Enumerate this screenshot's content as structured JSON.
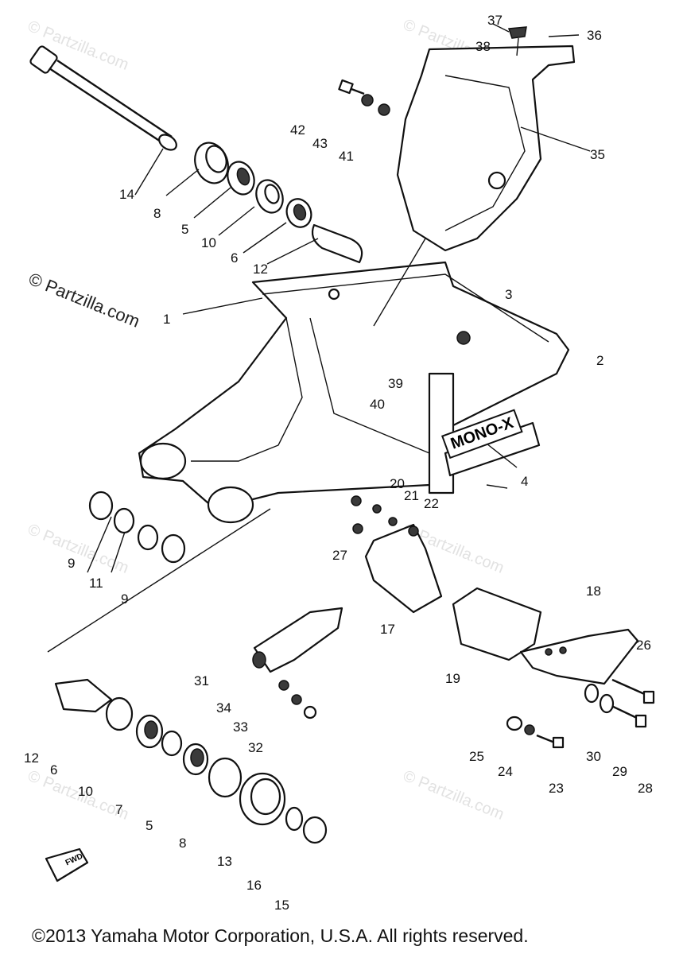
{
  "watermark": "© Partzilla.com",
  "copyright": "©2013 Yamaha Motor Corporation, U.S.A. All rights reserved.",
  "emblem_text": "MONO-X",
  "fwd_text": "FWD",
  "callouts": [
    "1",
    "2",
    "3",
    "4",
    "5",
    "5",
    "6",
    "6",
    "7",
    "8",
    "8",
    "9",
    "9",
    "10",
    "10",
    "11",
    "12",
    "12",
    "13",
    "14",
    "15",
    "16",
    "17",
    "18",
    "19",
    "20",
    "21",
    "22",
    "23",
    "24",
    "25",
    "26",
    "27",
    "28",
    "29",
    "30",
    "31",
    "32",
    "33",
    "34",
    "35",
    "36",
    "37",
    "38",
    "39",
    "40",
    "41",
    "42",
    "43"
  ]
}
